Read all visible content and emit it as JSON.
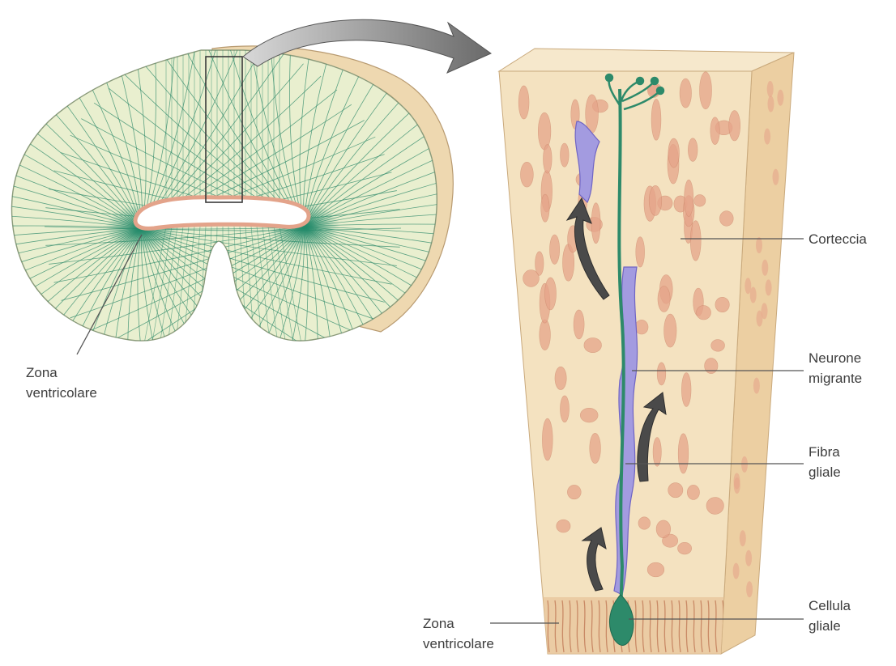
{
  "labels": {
    "left_ventricular_zone": {
      "line1": "Zona",
      "line2": "ventricolare"
    },
    "cortex": {
      "line1": "Corteccia"
    },
    "migrating_neuron": {
      "line1": "Neurone",
      "line2": "migrante"
    },
    "glial_fiber": {
      "line1": "Fibra",
      "line2": "gliale"
    },
    "glial_cell": {
      "line1": "Cellula",
      "line2": "gliale"
    },
    "right_ventricular_zone": {
      "line1": "Zona",
      "line2": "ventricolare"
    }
  },
  "colors": {
    "tissue": "#f4e2c0",
    "tissue_side": "#eccfa2",
    "tissue_top": "#f6e8cc",
    "brain_rim": "#eed8b0",
    "radial_fiber": "#2d8a6a",
    "neuron_cell": "#e6a58a",
    "migrating_neuron": "#a39be0",
    "ventricle": "#e3a38a",
    "arrow": "#4a4a4a",
    "leader_line": "#555555"
  },
  "icons": {
    "zoom_arrow": "curved-arrow-icon",
    "migration_arrow": "curved-migration-arrow-icon"
  }
}
